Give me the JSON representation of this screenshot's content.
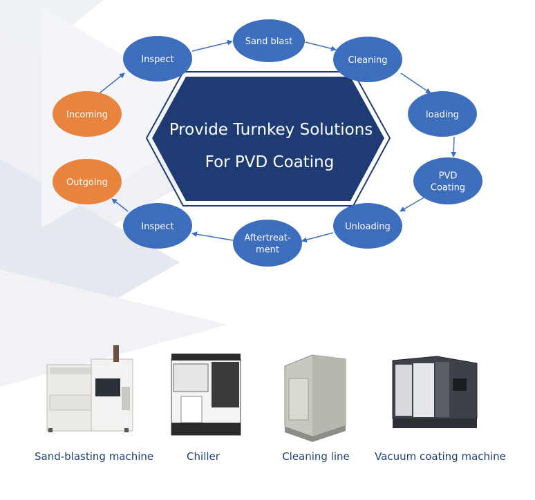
{
  "title_lines": [
    "Provide Turnkey  Solutions",
    "For PVD Coating"
  ],
  "process_steps": [
    {
      "lines": [
        "Inspect"
      ],
      "color": "#3d6dbd"
    },
    {
      "lines": [
        "Sand blast"
      ],
      "color": "#3d6dbd"
    },
    {
      "lines": [
        "Cleaning"
      ],
      "color": "#3d6dbd"
    },
    {
      "lines": [
        "loading"
      ],
      "color": "#3d6dbd"
    },
    {
      "lines": [
        "PVD",
        "Coating"
      ],
      "color": "#3d6dbd"
    },
    {
      "lines": [
        "Unloading"
      ],
      "color": "#3d6dbd"
    },
    {
      "lines": [
        "Aftertreat-",
        "ment"
      ],
      "color": "#3d6dbd"
    },
    {
      "lines": [
        "Inspect"
      ],
      "color": "#3d6dbd"
    },
    {
      "lines": [
        "Incoming"
      ],
      "color": "#e8843e"
    },
    {
      "lines": [
        "Outgoing"
      ],
      "color": "#e8843e"
    }
  ],
  "machines": [
    {
      "label": "Sand-blasting machine",
      "icon": "sand-blasting-machine-icon"
    },
    {
      "label": "Chiller",
      "icon": "chiller-icon"
    },
    {
      "label": "Cleaning line",
      "icon": "cleaning-line-icon"
    },
    {
      "label": "Vacuum coating machine",
      "icon": "vacuum-coating-machine-icon"
    }
  ],
  "colors": {
    "node_blue": "#3d6dbd",
    "node_orange": "#e8843e",
    "center_fill": "#1e3c73",
    "label_text": "#1f3f74"
  }
}
